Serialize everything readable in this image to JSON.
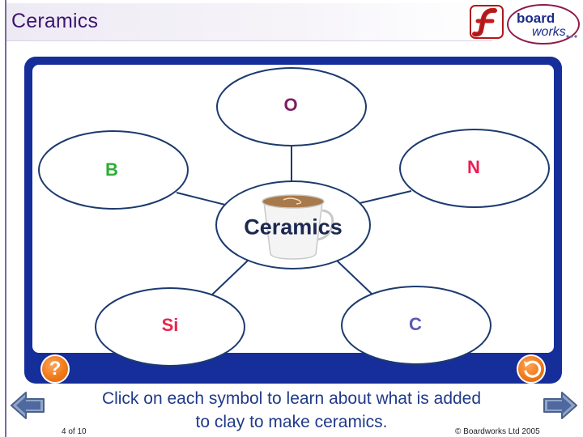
{
  "header": {
    "title": "Ceramics",
    "logo_text_line1": "board",
    "logo_text_line2": "works"
  },
  "diagram": {
    "center": {
      "label": "Ceramics",
      "icon": "cup-icon"
    },
    "nodes": [
      {
        "id": "O",
        "label": "O",
        "color": "#7d1f63"
      },
      {
        "id": "N",
        "label": "N",
        "color": "#ee1d4f"
      },
      {
        "id": "B",
        "label": "B",
        "color": "#2cae37"
      },
      {
        "id": "Si",
        "label": "Si",
        "color": "#e8254c"
      },
      {
        "id": "C",
        "label": "C",
        "color": "#5a5bb0"
      }
    ],
    "frame_color": "#162e9a",
    "ellipse_stroke": "#1c3a6e"
  },
  "controls": {
    "help_label": "?",
    "reset_icon": "reset-icon",
    "prev_icon": "previous-arrow-icon",
    "next_icon": "next-arrow-icon",
    "accent_color": "#f07a1a"
  },
  "footer": {
    "instruction_line1": "Click on each symbol to learn about what is added",
    "instruction_line2": "to clay to make ceramics.",
    "page_number": "4 of 10",
    "copyright": "© Boardworks Ltd 2005"
  }
}
